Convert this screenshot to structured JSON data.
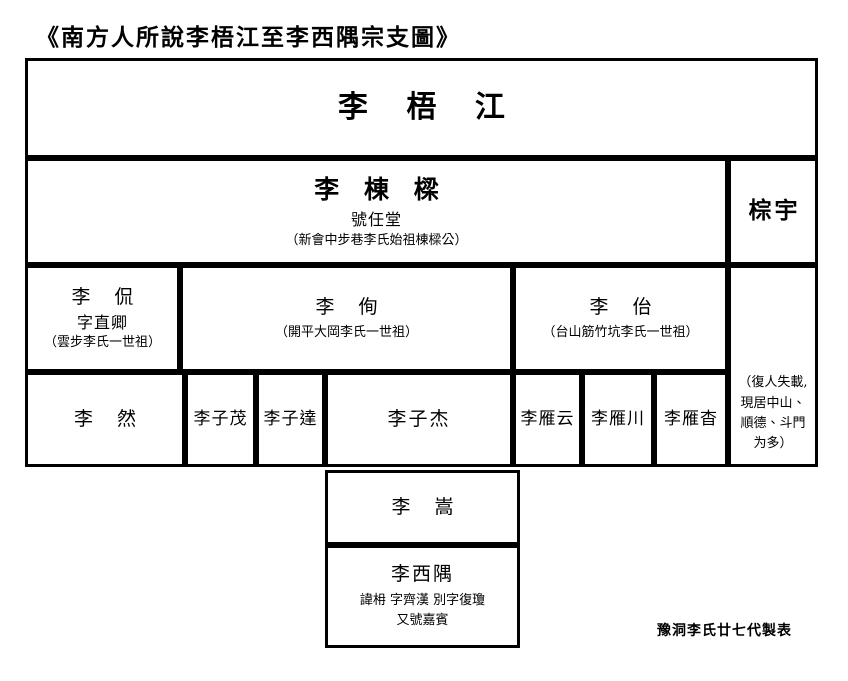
{
  "title": "《南方人所說李梧江至李西隅宗支圖》",
  "generations": {
    "gen1": {
      "name": "李 梧 江"
    },
    "gen2": {
      "name": "李 棟 樑",
      "hall": "號任堂",
      "note": "（新會中步巷李氏始祖棟樑公）",
      "right_branch": {
        "name": "棕宇",
        "note_lines": [
          "（復人失載,",
          "現居中山、",
          "順德、斗門",
          "为多）"
        ]
      }
    },
    "gen3": [
      {
        "name": "李 侃",
        "courtesy": "字直卿",
        "note": "（雲步李氏一世祖）"
      },
      {
        "name": "李 侚",
        "note": "（開平大岡李氏一世祖）"
      },
      {
        "name": "李 佁",
        "note": "（台山筋竹坑李氏一世祖）"
      }
    ],
    "gen4": [
      {
        "name": "李 然"
      },
      {
        "name": "李子茂"
      },
      {
        "name": "李子達"
      },
      {
        "name": "李子杰"
      },
      {
        "name": "李雁云"
      },
      {
        "name": "李雁川"
      },
      {
        "name": "李雁杳"
      }
    ],
    "gen5": {
      "name": "李 嵩"
    },
    "gen6": {
      "name": "李西隅",
      "line2": "諱枏 字齊漢 別字復瓊",
      "line3": "又號嘉賓"
    }
  },
  "signature": "豫洞李氏廿七代製表",
  "colors": {
    "ink": "#000000",
    "paper": "#ffffff"
  }
}
